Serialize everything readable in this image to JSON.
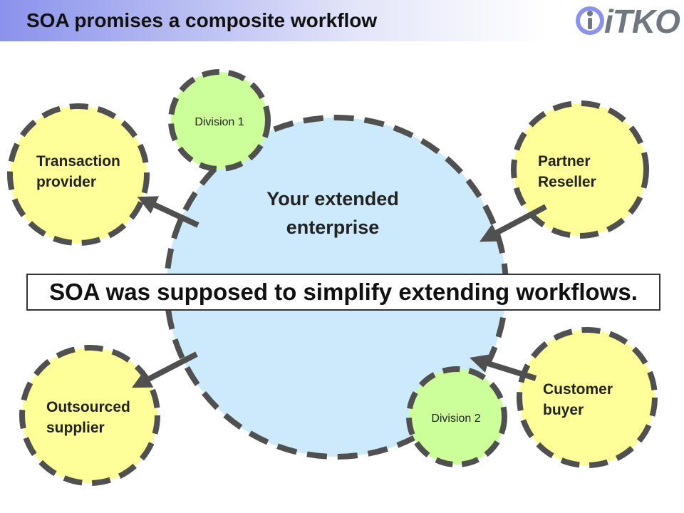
{
  "slide": {
    "title": "SOA promises a composite workflow",
    "logo_text": "iTKO",
    "callout": "SOA was supposed to simplify extending workflows."
  },
  "colors": {
    "enterprise_fill": "#cceafb",
    "partner_fill": "#ffff99",
    "division_fill": "#ccff99",
    "dash_stroke": "#505050",
    "arrow": "#505050"
  },
  "diagram": {
    "center": {
      "line1": "Your extended",
      "line2": "enterprise"
    },
    "division1": "Division 1",
    "division2": "Division 2",
    "transaction": {
      "line1": "Transaction",
      "line2": "provider"
    },
    "partner": {
      "line1": "Partner",
      "line2": "Reseller"
    },
    "outsourced": {
      "line1": "Outsourced",
      "line2": "supplier"
    },
    "customer": {
      "line1": "Customer",
      "line2": "buyer"
    }
  }
}
